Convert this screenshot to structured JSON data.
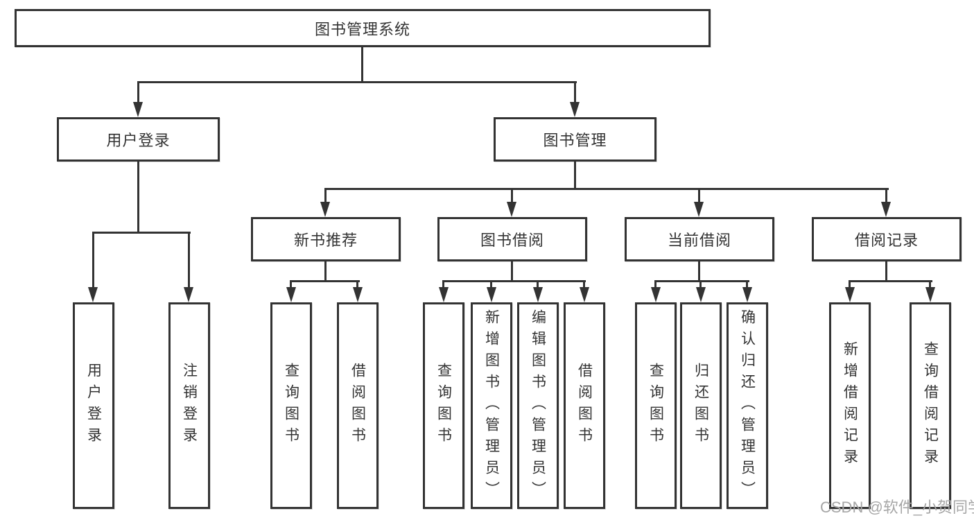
{
  "tree": {
    "root": {
      "label": "图书管理系统"
    },
    "branches": [
      {
        "label": "用户登录",
        "leaves": [
          {
            "label": "用户登录"
          },
          {
            "label": "注销登录"
          }
        ]
      },
      {
        "label": "图书管理",
        "groups": [
          {
            "label": "新书推荐",
            "leaves": [
              {
                "label": "查询图书"
              },
              {
                "label": "借阅图书"
              }
            ]
          },
          {
            "label": "图书借阅",
            "leaves": [
              {
                "label": "查询图书"
              },
              {
                "label": "新增图书（管理员）"
              },
              {
                "label": "编辑图书（管理员）"
              },
              {
                "label": "借阅图书"
              }
            ]
          },
          {
            "label": "当前借阅",
            "leaves": [
              {
                "label": "查询图书"
              },
              {
                "label": "归还图书"
              },
              {
                "label": "确认归还（管理员）"
              }
            ]
          },
          {
            "label": "借阅记录",
            "leaves": [
              {
                "label": "新增借阅记录"
              },
              {
                "label": "查询借阅记录"
              }
            ]
          }
        ]
      }
    ]
  },
  "watermark": {
    "text": "CSDN @软件_小贺同学",
    "color": "#a6a6a6"
  },
  "colors": {
    "line": "#333333",
    "text": "#333333",
    "background": "#ffffff"
  }
}
